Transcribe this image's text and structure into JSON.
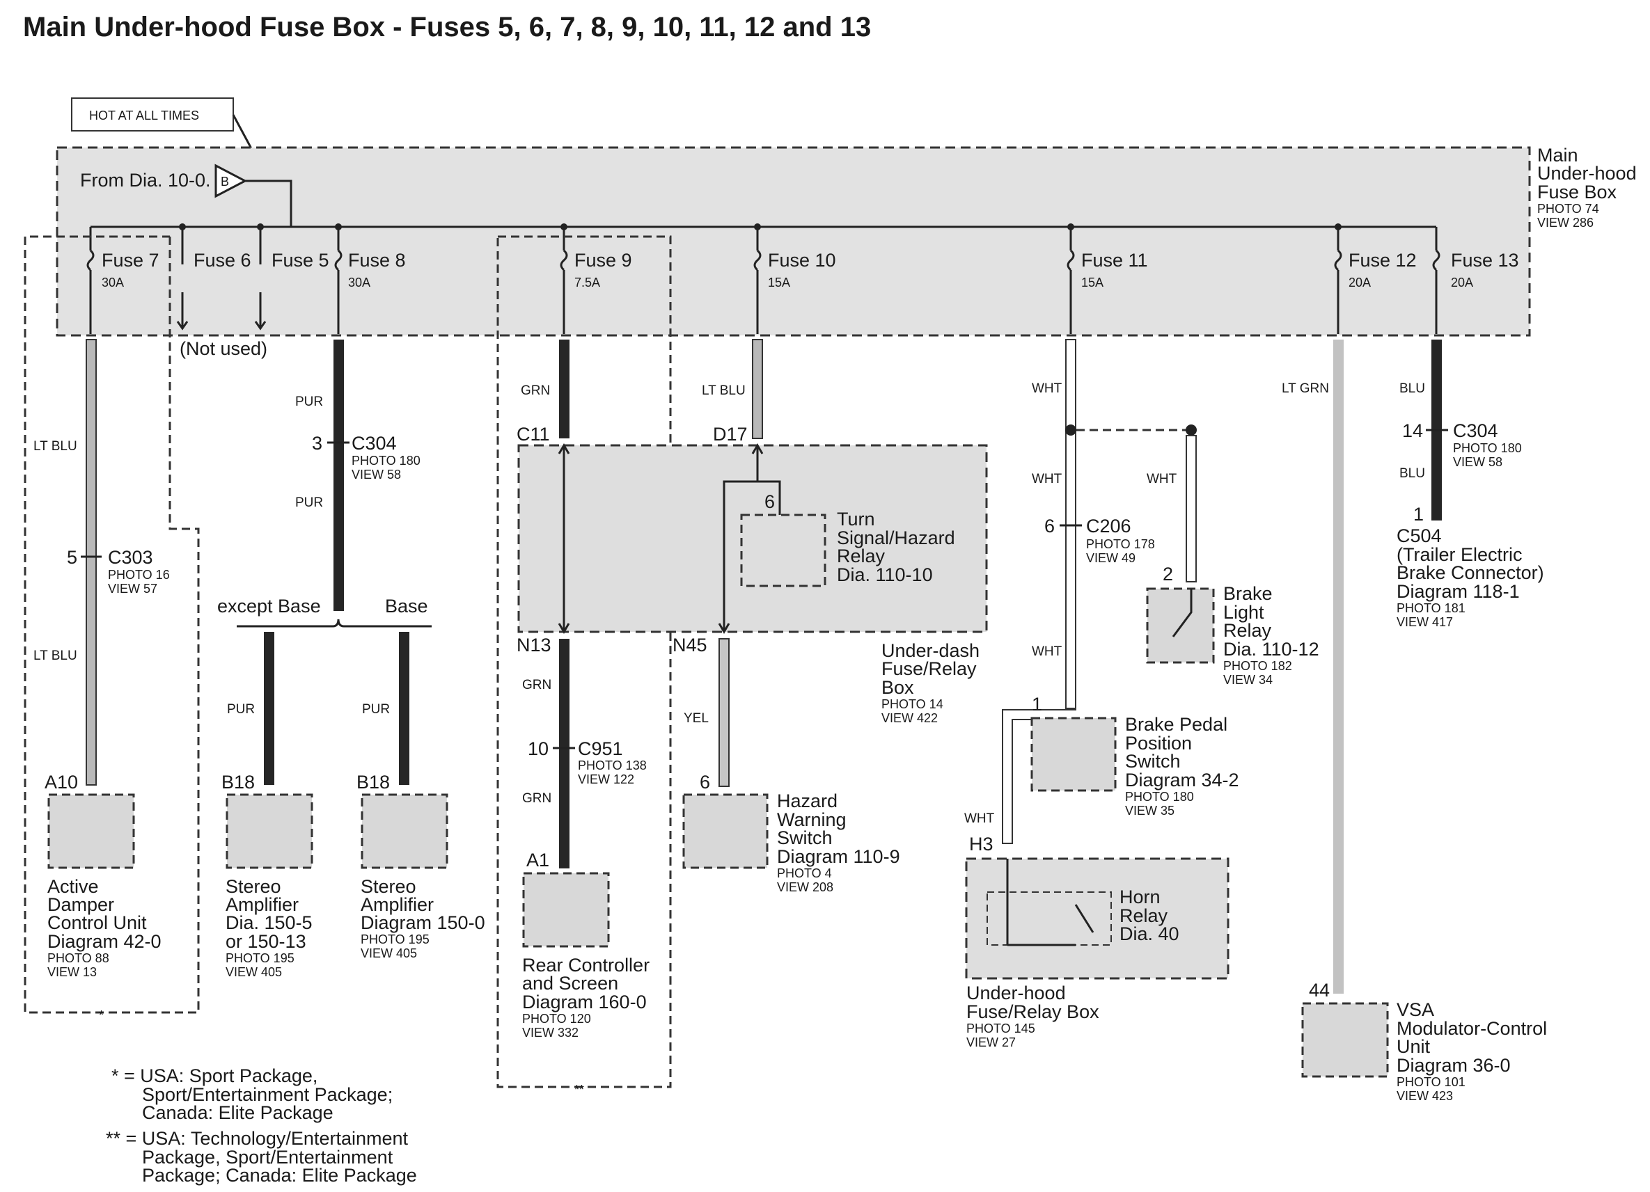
{
  "title": "Main Under-hood Fuse Box - Fuses 5, 6, 7, 8, 9, 10, 11, 12 and 13",
  "hot_label": "HOT AT ALL TIMES",
  "from_dia": "From Dia. 10-0.",
  "b_marker": "B",
  "fusebox": {
    "l1": "Main",
    "l2": "Under-hood",
    "l3": "Fuse Box",
    "photo": "PHOTO 74",
    "view": "VIEW 286"
  },
  "fuses": {
    "f7": "Fuse 7",
    "f7a": "30A",
    "f6": "Fuse 6",
    "f5": "Fuse 5",
    "f8": "Fuse 8",
    "f8a": "30A",
    "f9": "Fuse 9",
    "f9a": "7.5A",
    "f10": "Fuse 10",
    "f10a": "15A",
    "f11": "Fuse 11",
    "f11a": "15A",
    "f12": "Fuse 12",
    "f12a": "20A",
    "f13": "Fuse 13",
    "f13a": "20A"
  },
  "not_used": "(Not used)",
  "wires": {
    "ltblu": "LT BLU",
    "pur": "PUR",
    "grn": "GRN",
    "yel": "YEL",
    "wht": "WHT",
    "ltgrn": "LT GRN",
    "blu": "BLU"
  },
  "connectors": {
    "c303": "C303",
    "c303_pin": "5",
    "c303_photo": "PHOTO 16",
    "c303_view": "VIEW 57",
    "c304a": "C304",
    "c304a_pin": "3",
    "c304a_photo": "PHOTO 180",
    "c304a_view": "VIEW 58",
    "c304b": "C304",
    "c304b_pin": "14",
    "c304b_photo": "PHOTO 180",
    "c304b_view": "VIEW 58",
    "c11": "C11",
    "d17": "D17",
    "n13": "N13",
    "n45": "N45",
    "c951": "C951",
    "c951_pin": "10",
    "c951_photo": "PHOTO 138",
    "c951_view": "VIEW 122",
    "c206": "C206",
    "c206_pin": "6",
    "c206_photo": "PHOTO 178",
    "c206_view": "VIEW 49",
    "c504_pin": "1"
  },
  "variants": {
    "except_base": "except Base",
    "base": "Base"
  },
  "components": {
    "adcu": {
      "pin": "A10",
      "l1": "Active",
      "l2": "Damper",
      "l3": "Control Unit",
      "l4": "Diagram 42-0",
      "photo": "PHOTO 88",
      "view": "VIEW 13"
    },
    "amp1": {
      "pin": "B18",
      "l1": "Stereo",
      "l2": "Amplifier",
      "l3": "Dia. 150-5",
      "l4": "or 150-13",
      "photo": "PHOTO 195",
      "view": "VIEW 405"
    },
    "amp2": {
      "pin": "B18",
      "l1": "Stereo",
      "l2": "Amplifier",
      "l3": "Diagram 150-0",
      "photo": "PHOTO 195",
      "view": "VIEW 405"
    },
    "rear": {
      "pin": "A1",
      "l1": "Rear Controller",
      "l2": "and Screen",
      "l3": "Diagram 160-0",
      "photo": "PHOTO 120",
      "view": "VIEW 332"
    },
    "turn": {
      "pin": "6",
      "l1": "Turn",
      "l2": "Signal/Hazard",
      "l3": "Relay",
      "l4": "Dia. 110-10"
    },
    "underdash": {
      "l1": "Under-dash",
      "l2": "Fuse/Relay",
      "l3": "Box",
      "photo": "PHOTO 14",
      "view": "VIEW 422"
    },
    "hazard": {
      "pin": "6",
      "l1": "Hazard",
      "l2": "Warning",
      "l3": "Switch",
      "l4": "Diagram 110-9",
      "photo": "PHOTO 4",
      "view": "VIEW 208"
    },
    "brake_relay": {
      "pin": "2",
      "l1": "Brake",
      "l2": "Light",
      "l3": "Relay",
      "l4": "Dia. 110-12",
      "photo": "PHOTO 182",
      "view": "VIEW 34"
    },
    "brake_switch": {
      "pin": "1",
      "l1": "Brake Pedal",
      "l2": "Position",
      "l3": "Switch",
      "l4": "Diagram 34-2",
      "photo": "PHOTO 180",
      "view": "VIEW 35"
    },
    "horn": {
      "pin": "H3",
      "l1": "Horn",
      "l2": "Relay",
      "l3": "Dia. 40"
    },
    "underhood_box": {
      "l1": "Under-hood",
      "l2": "Fuse/Relay Box",
      "photo": "PHOTO 145",
      "view": "VIEW 27"
    },
    "trailer": {
      "l1": "C504",
      "l2": "(Trailer Electric",
      "l3": "Brake Connector)",
      "l4": "Diagram 118-1",
      "photo": "PHOTO 181",
      "view": "VIEW 417"
    },
    "vsa": {
      "pin": "44",
      "l1": "VSA",
      "l2": "Modulator-Control",
      "l3": "Unit",
      "l4": "Diagram 36-0",
      "photo": "PHOTO 101",
      "view": "VIEW 423"
    }
  },
  "notes": {
    "n1a": "* = USA: Sport Package,",
    "n1b": "Sport/Entertainment Package;",
    "n1c": "Canada: Elite Package",
    "n2a": "** = USA: Technology/Entertainment",
    "n2b": "Package, Sport/Entertainment",
    "n2c": "Package; Canada: Elite Package",
    "star1": "*",
    "star2": "**"
  }
}
